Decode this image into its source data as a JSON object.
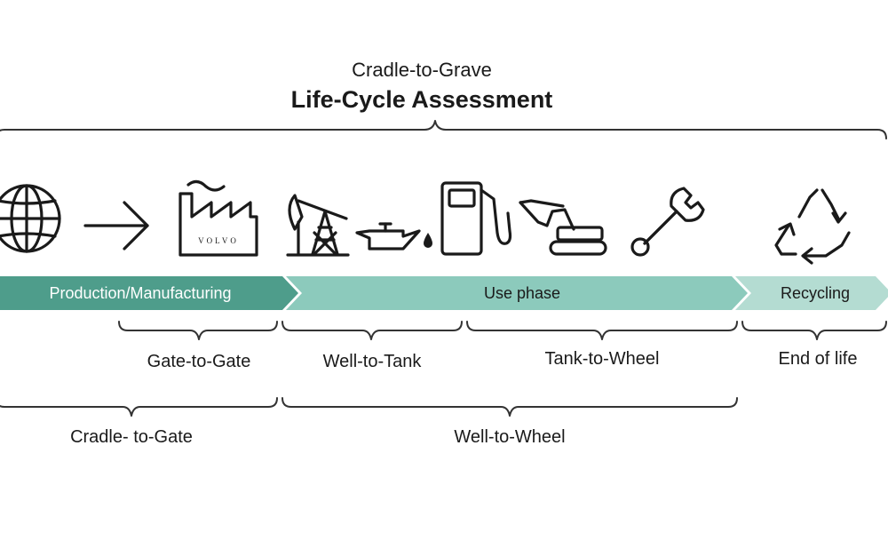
{
  "header": {
    "subtitle": "Cradle-to-Grave",
    "title": "Life-Cycle Assessment"
  },
  "icons": {
    "factory_logo": "VOLVO",
    "list": [
      "globe-icon",
      "arrow-right-icon",
      "factory-icon",
      "oil-pump-icon",
      "oil-can-icon",
      "fuel-pump-icon",
      "excavator-icon",
      "wrench-icon",
      "recycle-icon"
    ]
  },
  "phases": {
    "production": "Production/Manufacturing",
    "use": "Use phase",
    "recycling": "Recycling"
  },
  "colors": {
    "production": "#4e9d8b",
    "use": "#8ccabc",
    "recycling": "#b4dcd2"
  },
  "scopes": {
    "gate_to_gate": "Gate-to-Gate",
    "well_to_tank": "Well-to-Tank",
    "tank_to_wheel": "Tank-to-Wheel",
    "end_of_life": "End of life",
    "cradle_to_gate": "Cradle- to-Gate",
    "well_to_wheel": "Well-to-Wheel"
  }
}
